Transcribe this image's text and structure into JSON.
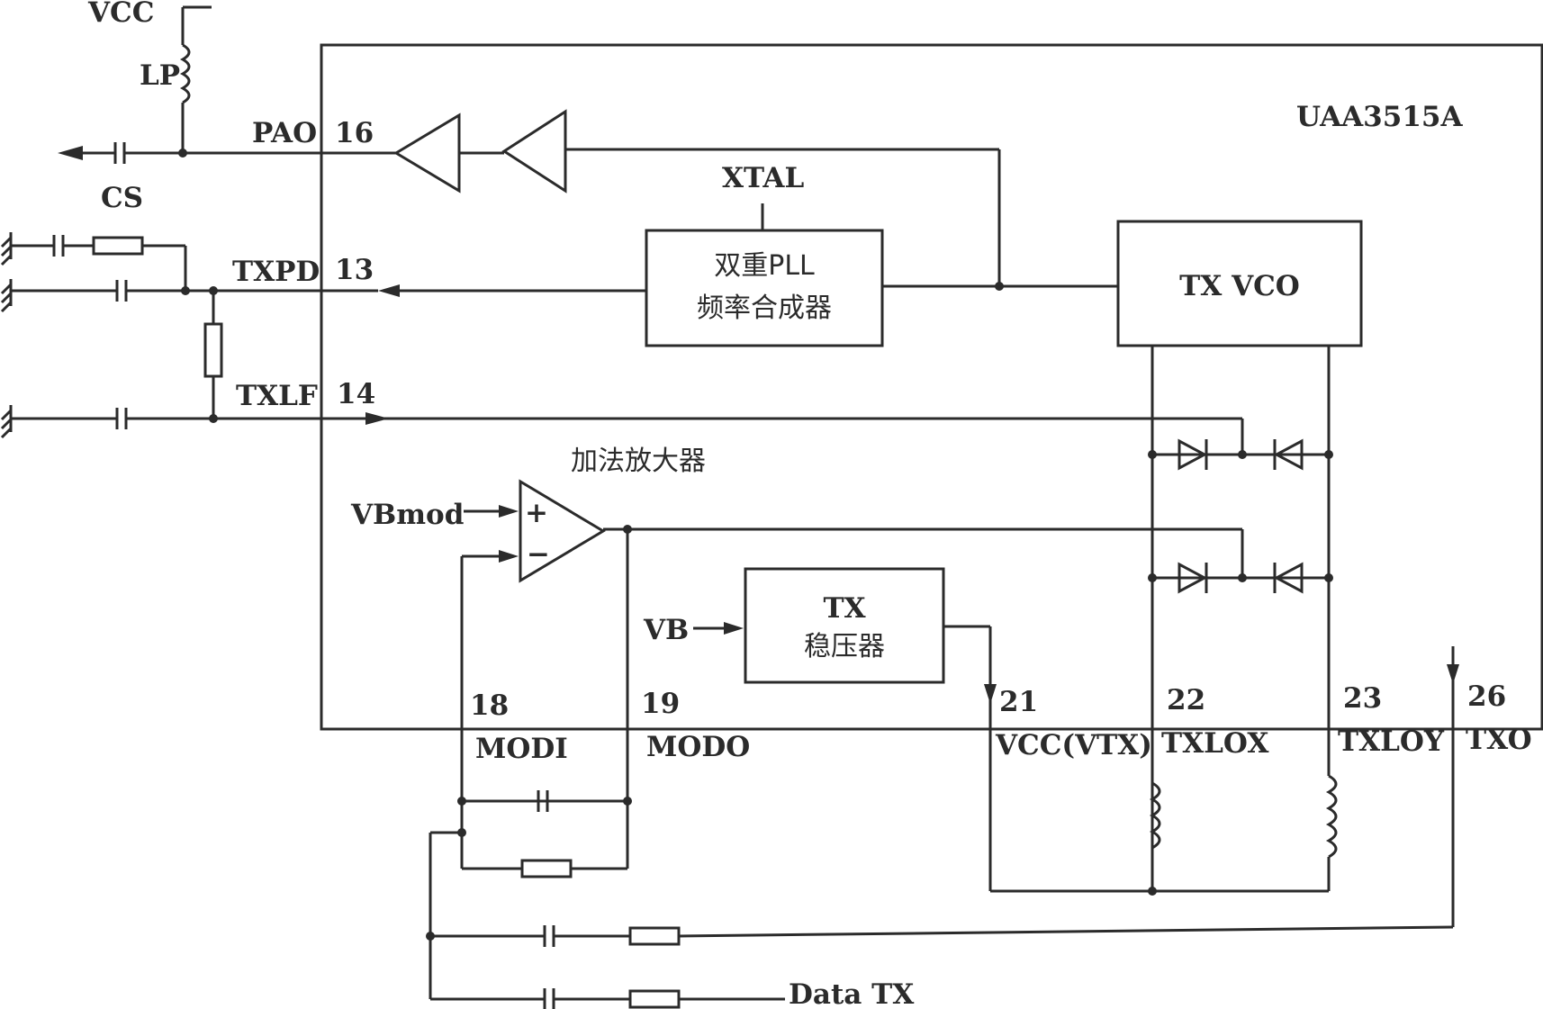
{
  "chip": {
    "name": "UAA3515A"
  },
  "supply": {
    "vcc": "VCC",
    "inductor": "LP",
    "capacitor": "CS"
  },
  "pins": {
    "pao": {
      "name": "PAO",
      "num": "16"
    },
    "txpd": {
      "name": "TXPD",
      "num": "13"
    },
    "txlf": {
      "name": "TXLF",
      "num": "14"
    },
    "modi": {
      "name": "MODI",
      "num": "18"
    },
    "modo": {
      "name": "MODO",
      "num": "19"
    },
    "vcc_vtx": {
      "name": "VCC(VTX)",
      "num": "21"
    },
    "txlox": {
      "name": "TXLOX",
      "num": "22"
    },
    "txloy": {
      "name": "TXLOY",
      "num": "23"
    },
    "txo": {
      "name": "TXO",
      "num": "26"
    }
  },
  "blocks": {
    "xtal": "XTAL",
    "pll_line1": "双重PLL",
    "pll_line2": "频率合成器",
    "vco": "TX VCO",
    "reg_line1": "TX",
    "reg_line2": "稳压器",
    "summing_amp": "加法放大器"
  },
  "inputs": {
    "vbmod": "VBmod",
    "vb": "VB",
    "data_tx": "Data TX"
  },
  "opamp": {
    "plus": "+",
    "minus": "−"
  }
}
